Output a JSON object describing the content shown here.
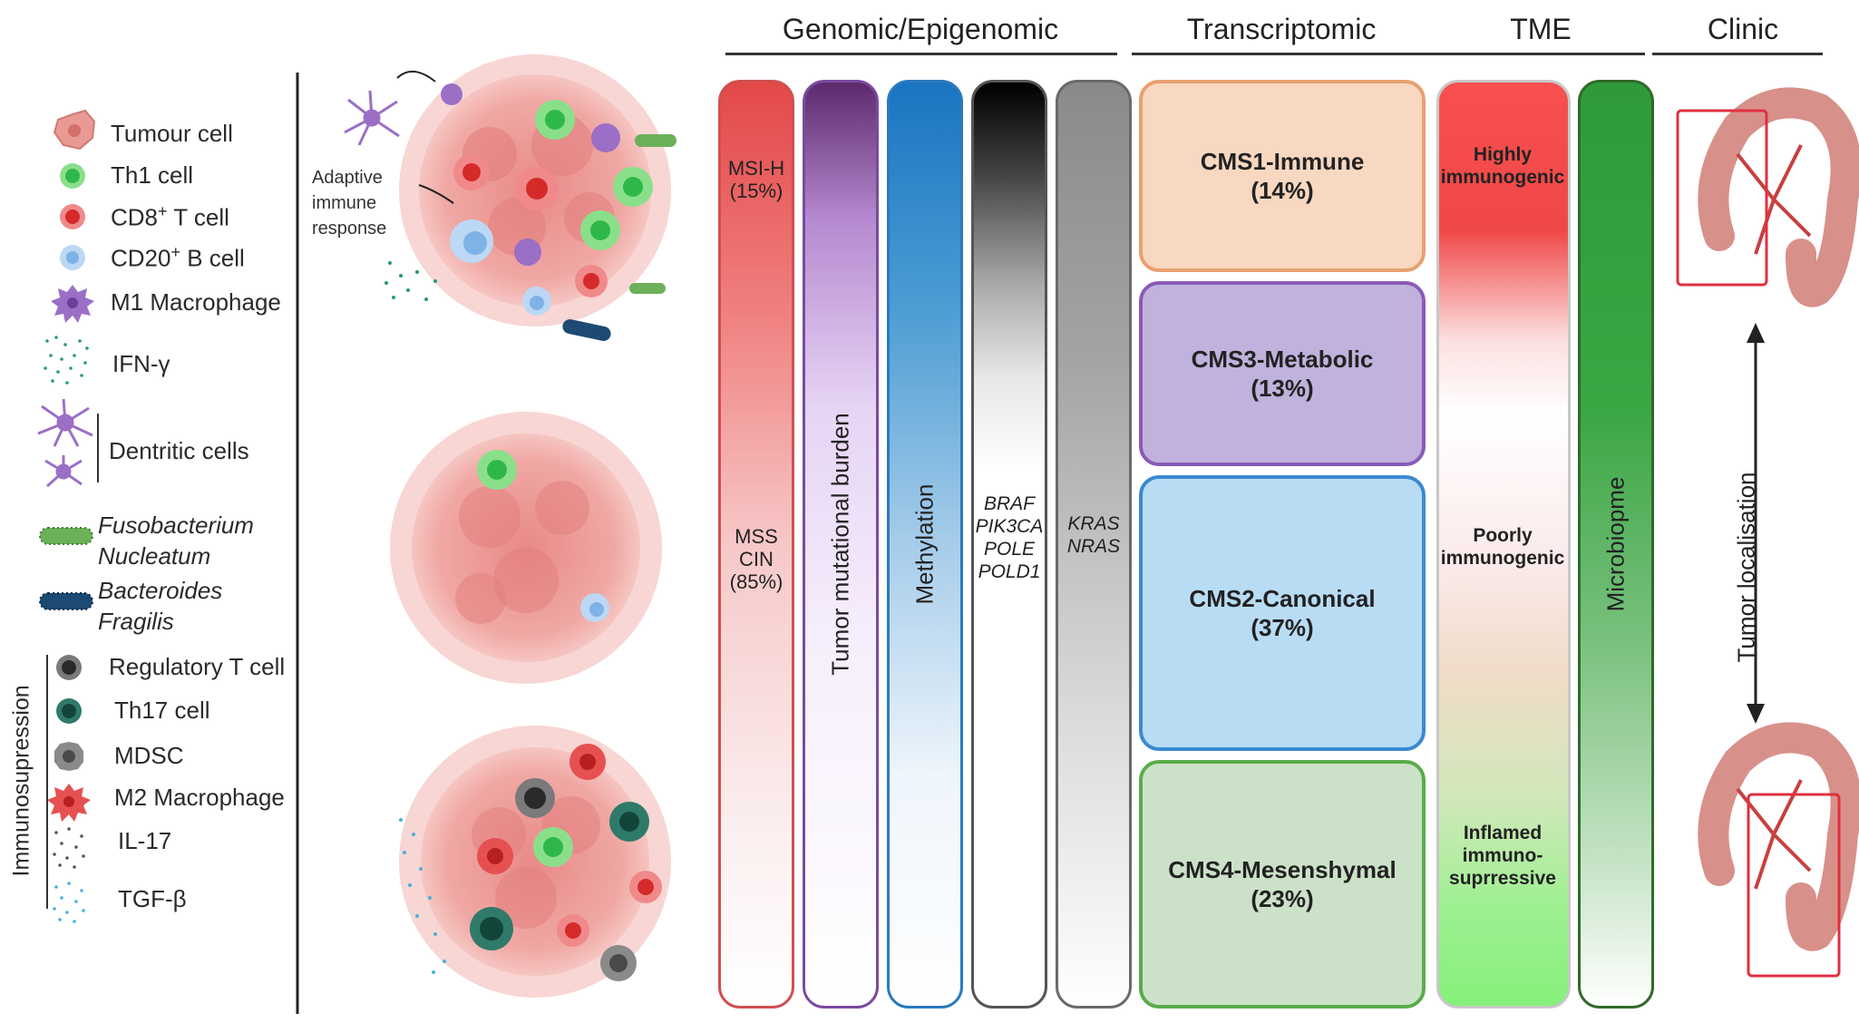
{
  "headers": {
    "genomic": "Genomic/Epigenomic",
    "transcriptomic": "Transcriptomic",
    "tme": "TME",
    "clinic": "Clinic"
  },
  "legend": {
    "tumour_cell": "Tumour cell",
    "th1_cell": "Th1 cell",
    "cd8_base": "CD8",
    "cd8_sup": "+",
    "cd8_tail": " T cell",
    "cd20_base": "CD20",
    "cd20_sup": "+",
    "cd20_tail": " B cell",
    "m1_macrophage": "M1 Macrophage",
    "ifn_gamma": "IFN-γ",
    "dendritic_cells": "Dentritic cells",
    "fuso_line1": "Fusobacterium",
    "fuso_line2": "Nucleatum",
    "bact_line1": "Bacteroides",
    "bact_line2": "Fragilis",
    "immunosuppression": "Immunosupression",
    "regulatory_t_cell": "Regulatory T cell",
    "th17_cell": "Th17 cell",
    "mdsc": "MDSC",
    "m2_macrophage": "M2 Macrophage",
    "il17": "IL-17",
    "tgf_beta": "TGF-β"
  },
  "tumour_annotation": {
    "line1": "Adaptive",
    "line2": "immune",
    "line3": "response"
  },
  "genomic_columns": {
    "msi_line1": "MSI-H",
    "msi_line2": "(15%)",
    "mss_line1": "MSS",
    "mss_line2": "CIN",
    "mss_line3": "(85%)",
    "tmb": "Tumor mutational burden",
    "methylation": "Methylation",
    "mutations": [
      "BRAF",
      "PIK3CA",
      "POLE",
      "POLD1"
    ],
    "ras": [
      "KRAS",
      "NRAS"
    ]
  },
  "cms": [
    {
      "line1": "CMS1-Immune",
      "line2": "(14%)"
    },
    {
      "line1": "CMS3-Metabolic",
      "line2": "(13%)"
    },
    {
      "line1": "CMS2-Canonical",
      "line2": "(37%)"
    },
    {
      "line1": "CMS4-Mesenshymal",
      "line2": "(23%)"
    }
  ],
  "tme": {
    "highly_1": "Highly",
    "highly_2": "immunogenic",
    "poorly_1": "Poorly",
    "poorly_2": "immunogenic",
    "inflamed_1": "Inflamed",
    "inflamed_2": "immuno-",
    "inflamed_3": "suprressive",
    "microbiome": "Microbiopme"
  },
  "clinic": {
    "tumor_localisation": "Tumor localisation"
  }
}
